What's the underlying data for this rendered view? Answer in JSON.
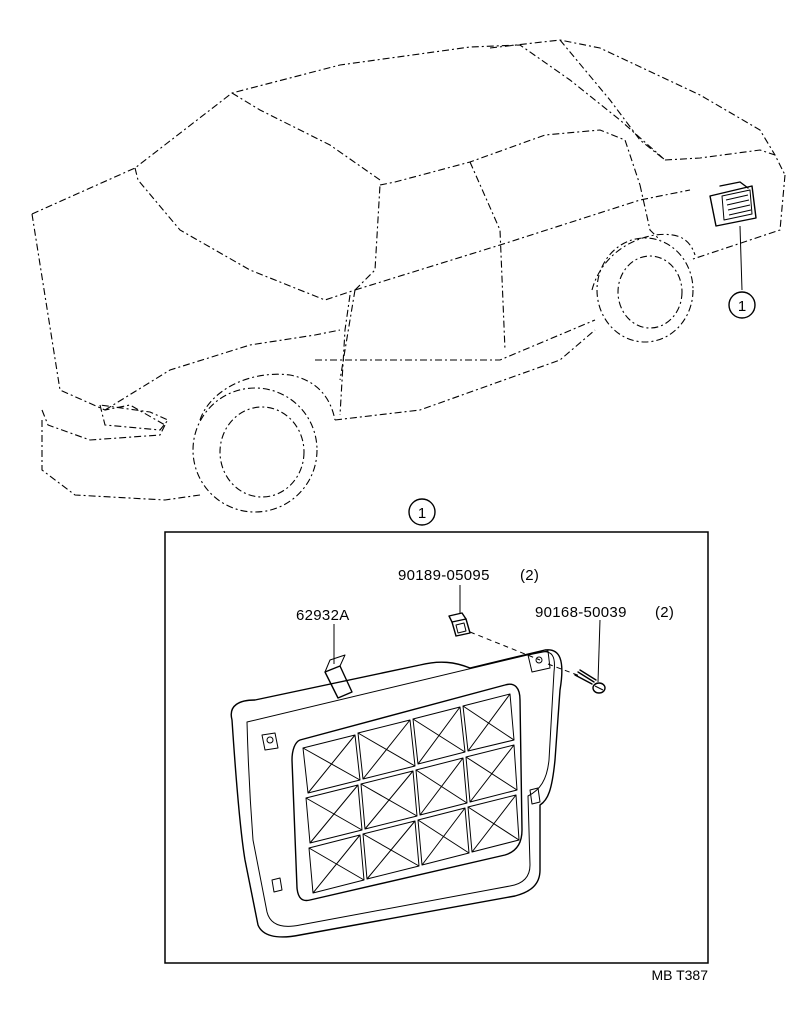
{
  "callout": {
    "number": "1"
  },
  "parts": {
    "grille": {
      "code": "62932A"
    },
    "clip": {
      "code": "90189-05095",
      "qty": "(2)"
    },
    "screw": {
      "code": "90168-50039",
      "qty": "(2)"
    }
  },
  "figure_ref": "MB T387"
}
